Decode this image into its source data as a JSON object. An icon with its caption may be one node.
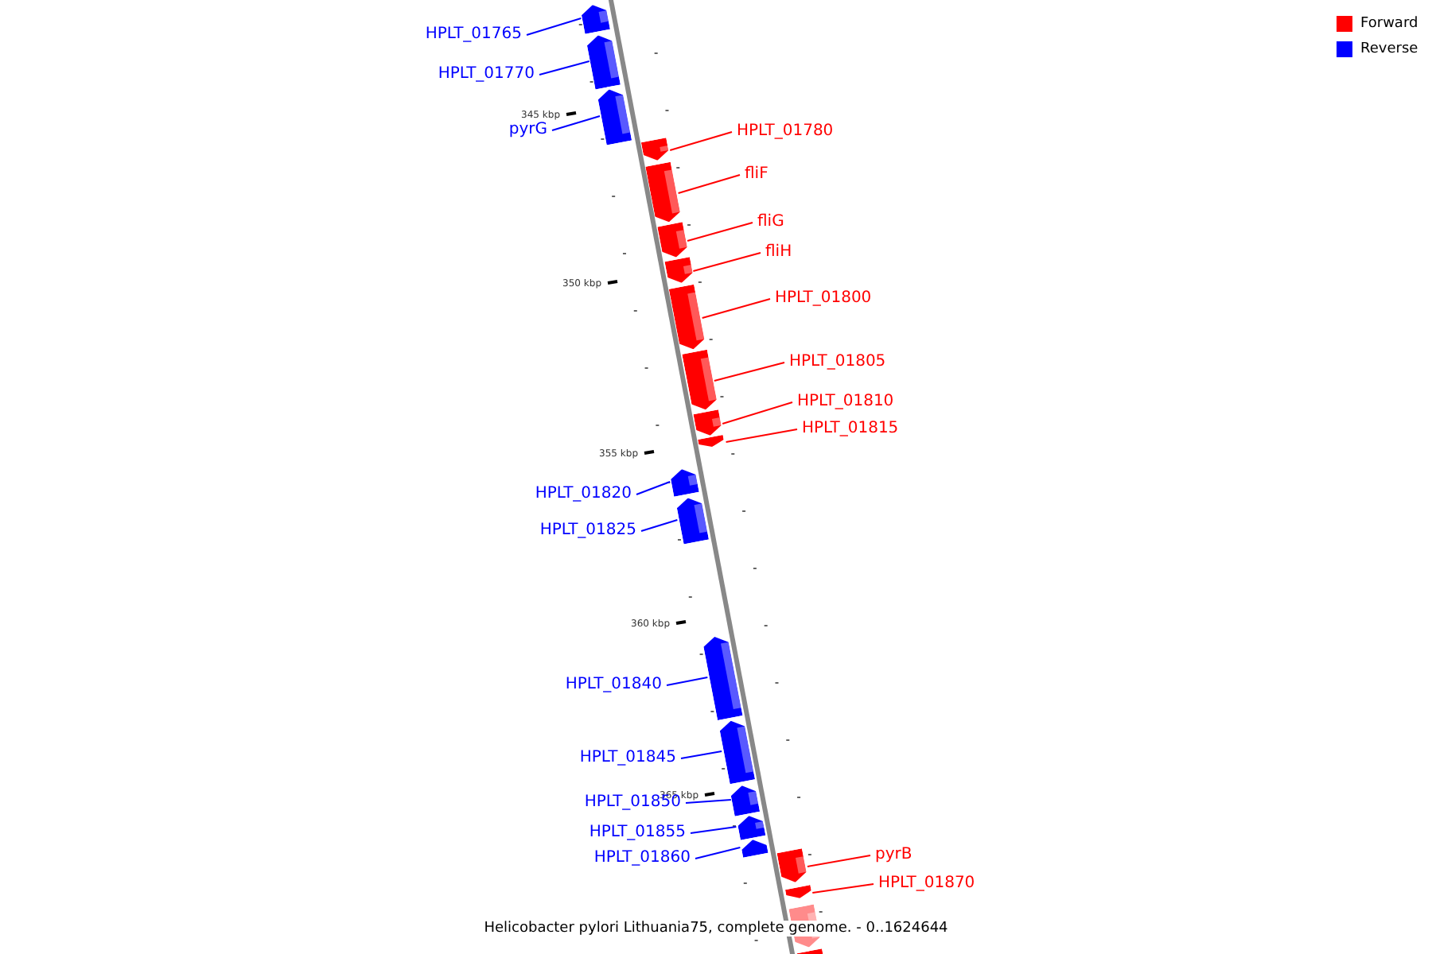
{
  "diagram": {
    "caption": "Helicobacter pylori Lithuania75, complete genome. - 0..1624644",
    "nodes": [
      {
        "text": [
          "HPLT_01765"
        ]
      },
      {
        "text": [
          "HPLT_01770"
        ]
      },
      {
        "text": [
          "pyrG"
        ]
      },
      {
        "text": [
          "HPLT_01780"
        ]
      },
      {
        "text": [
          "fliF"
        ]
      },
      {
        "text": [
          "fliG"
        ]
      },
      {
        "text": [
          "fliH"
        ]
      },
      {
        "text": [
          "HPLT_01800"
        ]
      },
      {
        "text": [
          "HPLT_01805"
        ]
      },
      {
        "text": [
          "HPLT_01810"
        ]
      },
      {
        "text": [
          "HPLT_01815"
        ]
      },
      {
        "text": [
          "HPLT_01820"
        ]
      },
      {
        "text": [
          "HPLT_01825"
        ]
      },
      {
        "text": [
          "HPLT_01840"
        ]
      },
      {
        "text": [
          "HPLT_01845"
        ]
      },
      {
        "text": [
          "HPLT_01850"
        ]
      },
      {
        "text": [
          "HPLT_01855"
        ]
      },
      {
        "text": [
          "HPLT_01860"
        ]
      },
      {
        "text": [
          "pyrB"
        ]
      },
      {
        "text": [
          "HPLT_01870"
        ]
      },
      {
        "text": [],
        "shape": "arrow"
      },
      {
        "text": [],
        "shape": "arrow"
      },
      {
        "text": [],
        "shape": "arrow"
      },
      {
        "text": [],
        "shape": "arrow"
      },
      {
        "text": [],
        "shape": "arrow"
      },
      {
        "text": [],
        "shape": "arrow"
      },
      {
        "text": [],
        "shape": "arrow"
      },
      {
        "text": [],
        "shape": "arrow"
      },
      {
        "text": [],
        "shape": "arrow"
      },
      {
        "text": [],
        "shape": "arrow"
      },
      {
        "text": [],
        "shape": "arrow"
      },
      {
        "text": [],
        "shape": "arrow"
      },
      {
        "text": [],
        "shape": "arrow"
      },
      {
        "text": [],
        "shape": "arrow"
      },
      {
        "text": [],
        "shape": "arrow"
      },
      {
        "text": [],
        "shape": "arrow"
      },
      {
        "text": [],
        "shape": "arrow"
      },
      {
        "text": [],
        "shape": "arrow"
      },
      {
        "text": [],
        "shape": "arrow"
      },
      {
        "text": [],
        "shape": "arrow"
      },
      {
        "text": [],
        "shape": "arrow"
      },
      {
        "text": [],
        "shape": "arrow"
      }
    ],
    "edges": [
      {
        "from": 0,
        "to": 20,
        "arrow": "none"
      },
      {
        "from": 1,
        "to": 21,
        "arrow": "none"
      },
      {
        "from": 2,
        "to": 22,
        "arrow": "none"
      },
      {
        "from": 3,
        "to": 23,
        "arrow": "none",
        "color": "#ff0000"
      },
      {
        "from": 4,
        "to": 24,
        "arrow": "none",
        "color": "#ff0000"
      },
      {
        "from": 5,
        "to": 25,
        "arrow": "none",
        "color": "#ff0000"
      },
      {
        "from": 6,
        "to": 26,
        "arrow": "none",
        "color": "#ff0000"
      },
      {
        "from": 7,
        "to": 27,
        "arrow": "none",
        "color": "#ff0000"
      },
      {
        "from": 8,
        "to": 28,
        "arrow": "none",
        "color": "#ff0000"
      },
      {
        "from": 9,
        "to": 29,
        "arrow": "none",
        "color": "#ff0000"
      },
      {
        "from": 10,
        "to": 30,
        "arrow": "none",
        "color": "#ff0000"
      },
      {
        "from": 11,
        "to": 31,
        "arrow": "none"
      },
      {
        "from": 12,
        "to": 32,
        "arrow": "none"
      },
      {
        "from": 13,
        "to": 33,
        "arrow": "none"
      },
      {
        "from": 14,
        "to": 34,
        "arrow": "none"
      },
      {
        "from": 15,
        "to": 35,
        "arrow": "none"
      },
      {
        "from": 16,
        "to": 36,
        "arrow": "none"
      },
      {
        "from": 17,
        "to": 37,
        "arrow": "none"
      },
      {
        "from": 18,
        "to": 38,
        "arrow": "none",
        "color": "#ff0000"
      },
      {
        "from": 19,
        "to": 39,
        "arrow": "none",
        "color": "#ff0000"
      }
    ],
    "labels": [
      "345 kbp",
      "350 kbp",
      "355 kbp",
      "360 kbp",
      "365 kbp"
    ],
    "legend": [
      {
        "text": "Forward",
        "color": "#ff0000"
      },
      {
        "text": "Reverse",
        "color": "#0000ff"
      }
    ]
  }
}
